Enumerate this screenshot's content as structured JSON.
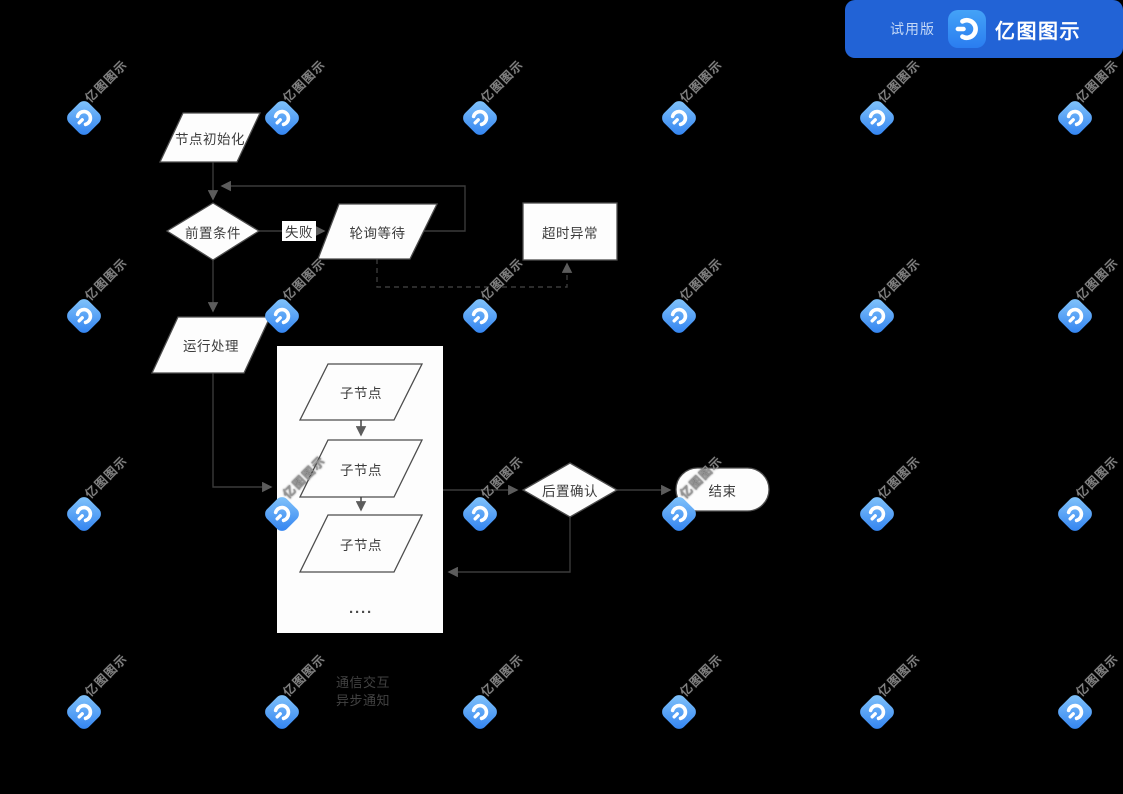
{
  "banner": {
    "trial_label": "试用版",
    "brand": "亿图图示"
  },
  "colors": {
    "background": "#000000",
    "banner_bg": "#2263d6",
    "logo_gradient_start": "#86c7fb",
    "logo_gradient_end": "#2e80f0",
    "shape_fill": "#fdfdfd",
    "shape_stroke": "#4d4d4d",
    "connector": "#3a3a3a"
  },
  "watermark": {
    "text": "亿图图示",
    "cols": [
      84,
      282,
      480,
      679,
      877,
      1075
    ],
    "rows": [
      118,
      316,
      514,
      712
    ]
  },
  "flowchart": {
    "nodes": {
      "init": {
        "shape": "parallelogram",
        "label": "节点初始化"
      },
      "precondition": {
        "shape": "diamond",
        "label": "前置条件"
      },
      "poll_wait": {
        "shape": "parallelogram",
        "label": "轮询等待"
      },
      "timeout": {
        "shape": "rectangle",
        "label": "超时异常"
      },
      "run": {
        "shape": "parallelogram",
        "label": "运行处理"
      },
      "child1": {
        "shape": "parallelogram",
        "label": "子节点"
      },
      "child2": {
        "shape": "parallelogram",
        "label": "子节点"
      },
      "child3": {
        "shape": "parallelogram",
        "label": "子节点"
      },
      "ellipsis": {
        "shape": "text",
        "label": "····"
      },
      "confirm": {
        "shape": "diamond",
        "label": "后置确认"
      },
      "end": {
        "shape": "terminator",
        "label": "结束"
      }
    },
    "edge_labels": {
      "fail": "失败"
    },
    "legend": {
      "line1": "通信交互",
      "line2": "异步通知"
    }
  }
}
